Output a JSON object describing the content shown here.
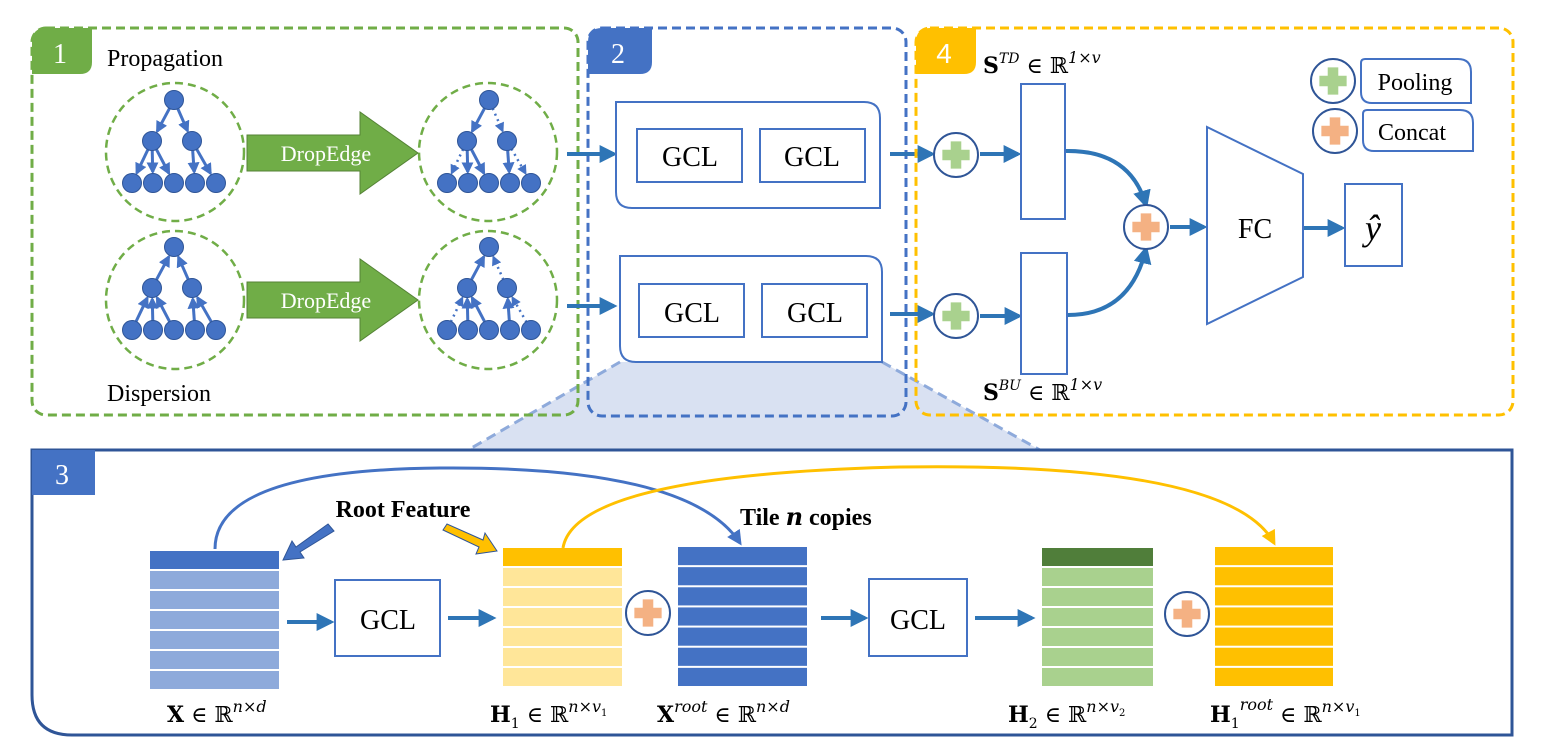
{
  "colors": {
    "green": "#70ad47",
    "green_dashed": "#70ad47",
    "blue": "#4472c4",
    "blue_arrow": "#2e75b6",
    "yellow": "#ffc000",
    "yellow_border": "#fbbc24",
    "node_blue": "#4472c4",
    "light_blue_fill": "#d9e1f2",
    "x_light": "#8eaadb",
    "h1_light": "#ffe699",
    "h1_dark": "#ffc000",
    "h2_dark": "#507e3a",
    "h2_light": "#a9d18e",
    "pool_plus": "#a9d18e",
    "concat_plus": "#f4b183"
  },
  "panels": {
    "p1": {
      "badge": "1",
      "top_label": "Propagation",
      "bottom_label": "Dispersion",
      "drop_edge_top": "DropEdge",
      "drop_edge_bottom": "DropEdge"
    },
    "p2": {
      "badge": "2",
      "top_layers": [
        "GCL",
        "GCL"
      ],
      "bottom_layers": [
        "GCL",
        "GCL"
      ]
    },
    "p3": {
      "badge": "3",
      "root_feature_label": "Root Feature",
      "tile_label_prefix": "Tile ",
      "tile_label_var": "n",
      "tile_label_suffix": " copies",
      "gcl_1": "GCL",
      "gcl_2": "GCL",
      "rows_per_matrix": 7,
      "x_label": {
        "base": "X",
        "sub": "",
        "sup": "",
        "rel": " ∈ ℝ",
        "dim": "n×d"
      },
      "h1_label": {
        "base": "H",
        "sub": "1",
        "sup": "",
        "rel": " ∈ ℝ",
        "dim": "n×v",
        "dim_sub": "1"
      },
      "xroot_label": {
        "base": "X",
        "sub": "",
        "sup": "root",
        "rel": "  ∈ ℝ",
        "dim": "n×d"
      },
      "h2_label": {
        "base": "H",
        "sub": "2",
        "sup": "",
        "rel": " ∈ ℝ",
        "dim": "n×v",
        "dim_sub": "2"
      },
      "h1root_label": {
        "base": "H",
        "sub": "1",
        "sup": "root",
        "rel": "  ∈ ℝ",
        "dim": "n×v",
        "dim_sub": "1"
      }
    },
    "p4": {
      "badge": "4",
      "s_td": {
        "base": "S",
        "sup": "TD",
        "rel": " ∈ ℝ",
        "dim": "1×v"
      },
      "s_bu": {
        "base": "S",
        "sup": "BU",
        "rel": " ∈ ℝ",
        "dim": "1×v"
      },
      "fc_label": "FC",
      "output_label": "ŷ",
      "legend": [
        {
          "label": "Pooling",
          "kind": "pooling"
        },
        {
          "label": "Concat",
          "kind": "concat"
        }
      ]
    }
  }
}
